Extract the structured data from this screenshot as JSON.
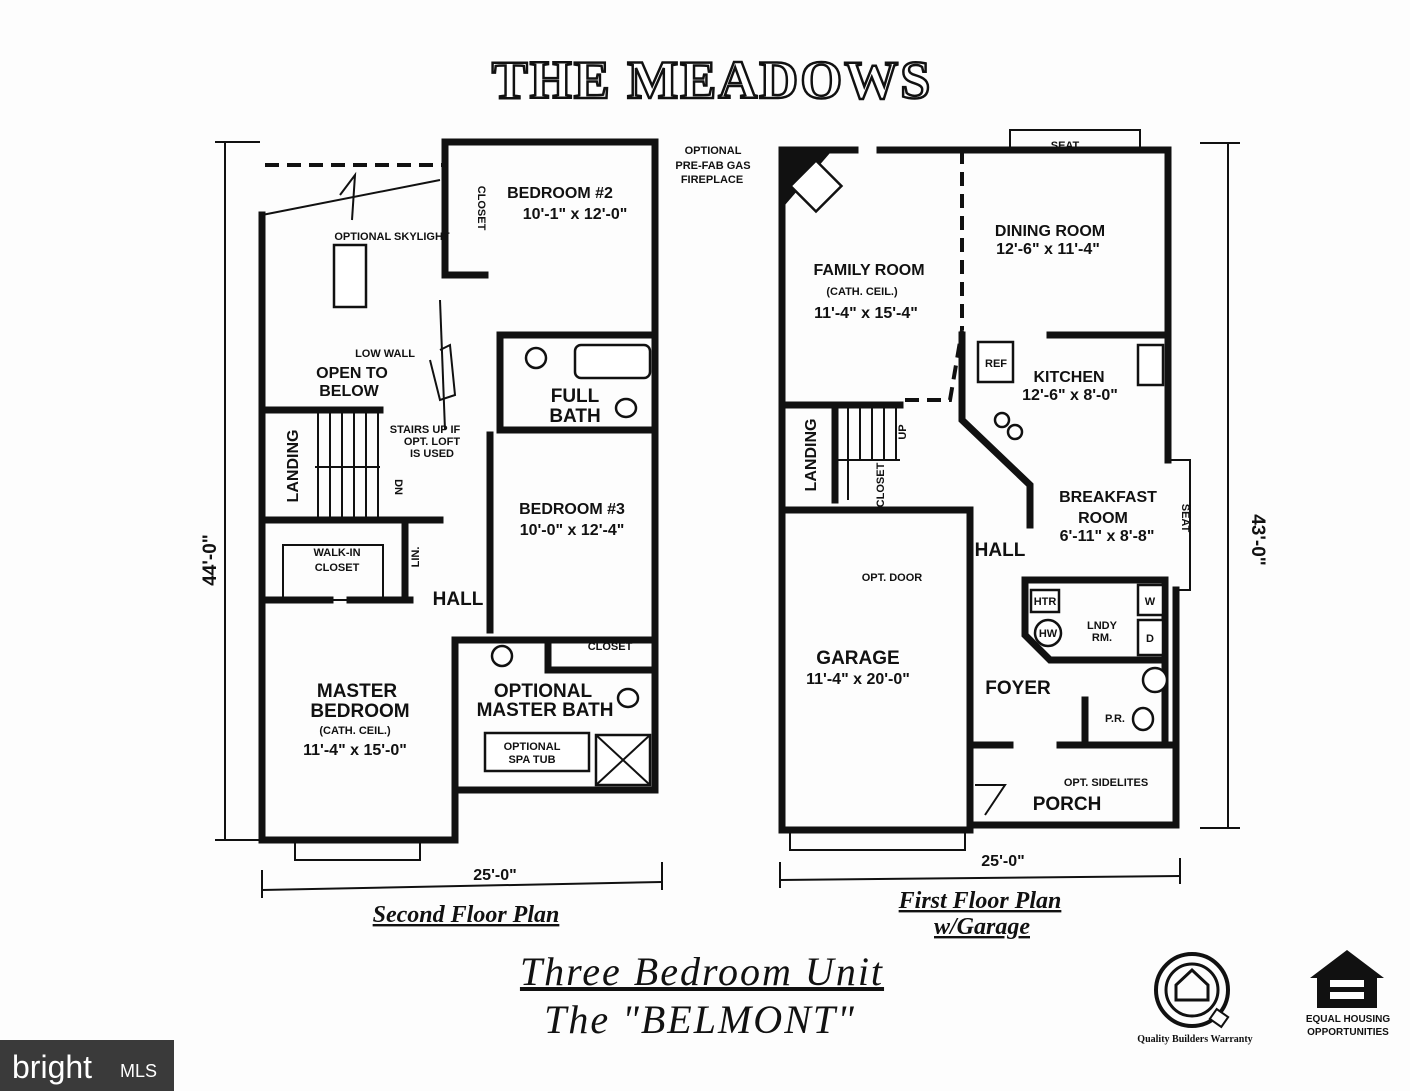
{
  "title": "THE MEADOWS",
  "second_floor": {
    "caption": "Second Floor Plan",
    "overall_depth": "44'-0\"",
    "overall_width": "25'-0\"",
    "rooms": {
      "bedroom2_name": "BEDROOM #2",
      "bedroom2_size": "10'-1\" x 12'-0\"",
      "closet_b2": "CLOSET",
      "skylight": "OPTIONAL SKYLIGHT",
      "low_wall": "LOW WALL",
      "open_to_below_1": "OPEN TO",
      "open_to_below_2": "BELOW",
      "full_bath_1": "FULL",
      "full_bath_2": "BATH",
      "stairs_note_1": "STAIRS UP IF",
      "stairs_note_2": "OPT. LOFT",
      "stairs_note_3": "IS USED",
      "landing": "LANDING",
      "dn": "DN",
      "bedroom3_name": "BEDROOM #3",
      "bedroom3_size": "10'-0\" x 12'-4\"",
      "walk_in_1": "WALK-IN",
      "walk_in_2": "CLOSET",
      "lin": "LIN.",
      "hall": "HALL",
      "closet_b3": "CLOSET",
      "master_1": "MASTER",
      "master_2": "BEDROOM",
      "master_3": "(CATH. CEIL.)",
      "master_size": "11'-4\" x 15'-0\"",
      "master_bath_1": "OPTIONAL",
      "master_bath_2": "MASTER BATH",
      "spa_1": "OPTIONAL",
      "spa_2": "SPA TUB"
    }
  },
  "first_floor": {
    "caption_1": "First Floor Plan",
    "caption_2": "w/Garage",
    "overall_depth": "43'-0\"",
    "overall_width": "25'-0\"",
    "rooms": {
      "fireplace_1": "OPTIONAL",
      "fireplace_2": "PRE-FAB GAS",
      "fireplace_3": "FIREPLACE",
      "seat_top": "SEAT",
      "family_1": "FAMILY ROOM",
      "family_2": "(CATH. CEIL.)",
      "family_size": "11'-4\" x 15'-4\"",
      "dining_name": "DINING ROOM",
      "dining_size": "12'-6\" x 11'-4\"",
      "kitchen_name": "KITCHEN",
      "kitchen_size": "12'-6\" x 8'-0\"",
      "ref": "REF",
      "landing": "LANDING",
      "up": "UP",
      "closet": "CLOSET",
      "breakfast_1": "BREAKFAST",
      "breakfast_2": "ROOM",
      "breakfast_size": "6'-11\" x 8'-8\"",
      "seat_side": "SEAT",
      "hall": "HALL",
      "opt_door": "OPT. DOOR",
      "garage_name": "GARAGE",
      "garage_size": "11'-4\" x 20'-0\"",
      "htr": "HTR",
      "hw": "HW",
      "laundry_1": "LNDY",
      "laundry_2": "RM.",
      "washer": "W",
      "dryer": "D",
      "foyer": "FOYER",
      "powder": "P.R.",
      "sidelites": "OPT. SIDELITES",
      "porch": "PORCH"
    }
  },
  "unit": {
    "line1": "Three Bedroom Unit",
    "line2": "The \"BELMONT\""
  },
  "logos": {
    "quality_builders": "Quality Builders Warranty",
    "equal_housing_1": "EQUAL HOUSING",
    "equal_housing_2": "OPPORTUNITIES",
    "watermark_bright": "bright",
    "watermark_mls": "MLS"
  }
}
